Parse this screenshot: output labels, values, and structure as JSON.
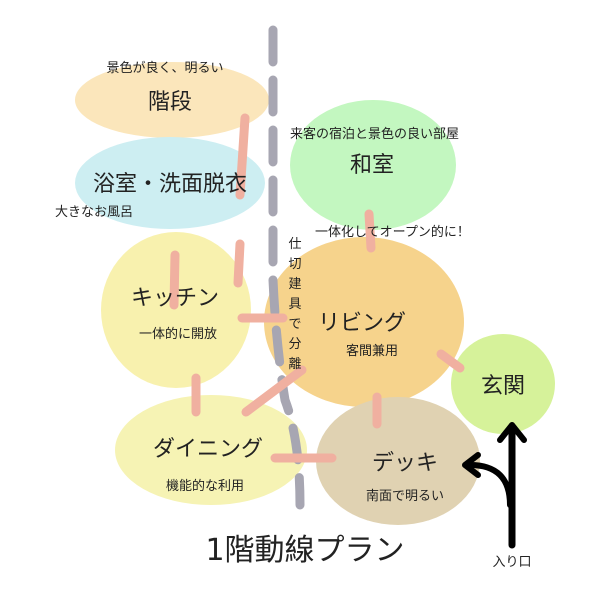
{
  "title": "1階動線プラン",
  "colors": {
    "link": "#f0b0a0",
    "divider": "#a7a6b2",
    "arrow": "#000000"
  },
  "rooms": {
    "stairs": {
      "label": "階段",
      "note": "景色が良く、明るい",
      "color": "#fbe6bb"
    },
    "bath": {
      "label": "浴室・洗面脱衣",
      "note": "大きなお風呂",
      "color": "#cdeef2"
    },
    "washitsu": {
      "label": "和室",
      "note": "来客の宿泊と景色の良い部屋",
      "color": "#c3f7c0"
    },
    "kitchen": {
      "label": "キッチン",
      "note": "一体的に開放",
      "color": "#f8f1ae"
    },
    "living": {
      "label": "リビング",
      "note": "客間兼用",
      "color": "#f6d38c"
    },
    "entrance": {
      "label": "玄関",
      "color": "#d6f29a"
    },
    "dining": {
      "label": "ダイニング",
      "note": "機能的な利用",
      "color": "#f6f3b4"
    },
    "deck": {
      "label": "デッキ",
      "note": "南面で明るい",
      "color": "#e0d2b2"
    }
  },
  "annotations": {
    "open": "一体化してオープン的に！",
    "partition": [
      "仕",
      "切",
      "建",
      "具",
      "で",
      "分",
      "離"
    ],
    "entry": "入り口"
  }
}
